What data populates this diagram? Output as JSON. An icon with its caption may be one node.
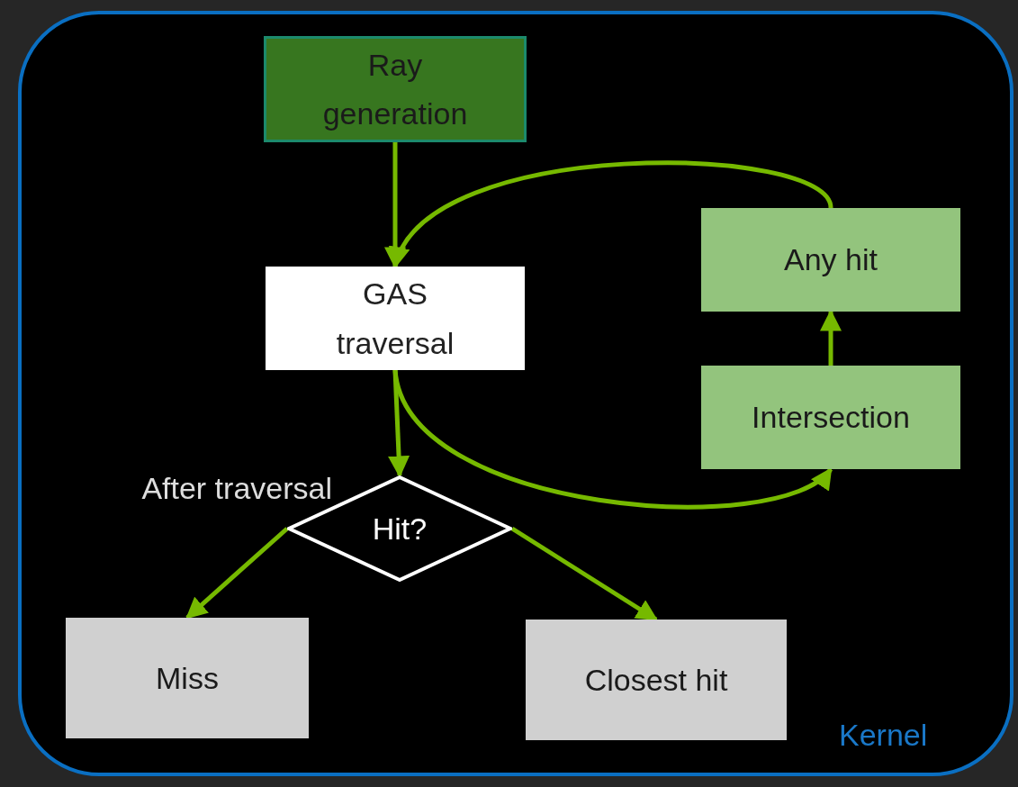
{
  "diagram": {
    "nodes": [
      {
        "text": [
          "Kernel"
        ]
      },
      {
        "text": [
          "Ray generation"
        ],
        "in": 0
      },
      {
        "text": [
          "GAS traversal"
        ],
        "in": 0
      },
      {
        "text": [
          "Any hit"
        ],
        "in": 0
      },
      {
        "text": [
          "Intersection"
        ],
        "in": 0
      },
      {
        "text": [
          "Hit?"
        ],
        "in": 0,
        "beside": [
          "After traversal"
        ]
      },
      {
        "text": [
          "Miss"
        ],
        "in": 0
      },
      {
        "text": [
          "Closest hit"
        ],
        "in": 0
      }
    ],
    "edges": [
      {
        "from": 1,
        "to": 2,
        "arrow": "to"
      },
      {
        "from": 2,
        "to": 5,
        "arrow": "to"
      },
      {
        "from": 2,
        "to": 4,
        "arrow": "to"
      },
      {
        "from": 4,
        "to": 3,
        "arrow": "to"
      },
      {
        "from": 3,
        "to": 2,
        "arrow": "to"
      },
      {
        "from": 5,
        "to": 6,
        "arrow": "to"
      },
      {
        "from": 5,
        "to": 7,
        "arrow": "to"
      }
    ]
  }
}
